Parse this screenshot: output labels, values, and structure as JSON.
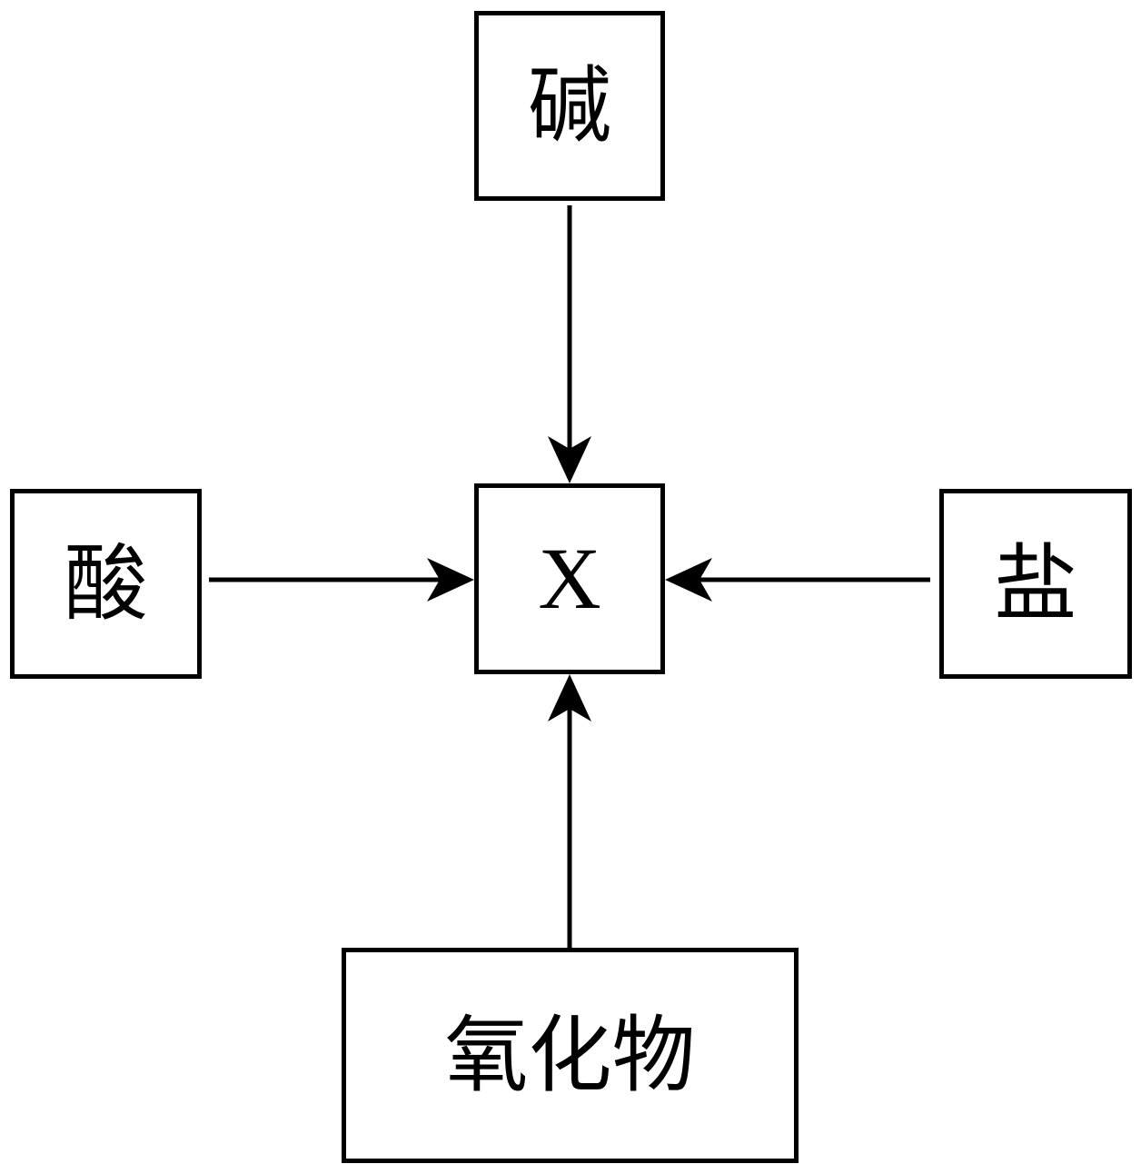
{
  "diagram": {
    "nodes": {
      "base": {
        "label": "碱"
      },
      "center": {
        "label": "X"
      },
      "acid": {
        "label": "酸"
      },
      "salt": {
        "label": "盐"
      },
      "oxide": {
        "label": "氧化物"
      }
    },
    "edges": [
      {
        "from": "base",
        "to": "center"
      },
      {
        "from": "acid",
        "to": "center"
      },
      {
        "from": "salt",
        "to": "center"
      },
      {
        "from": "oxide",
        "to": "center"
      }
    ],
    "colors": {
      "stroke": "#000000",
      "background": "#ffffff"
    }
  }
}
